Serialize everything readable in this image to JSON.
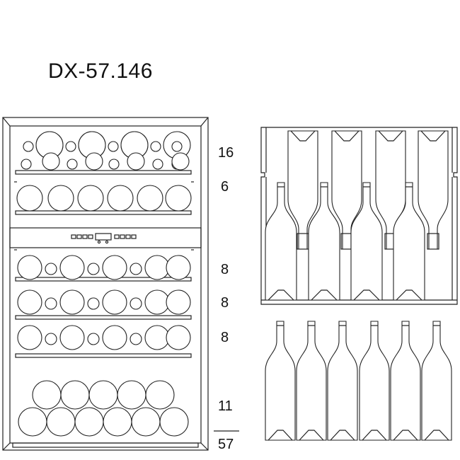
{
  "model": "DX-57.146",
  "shelf_counts": [
    "16",
    "6",
    "8",
    "8",
    "8",
    "11"
  ],
  "total": "57"
}
